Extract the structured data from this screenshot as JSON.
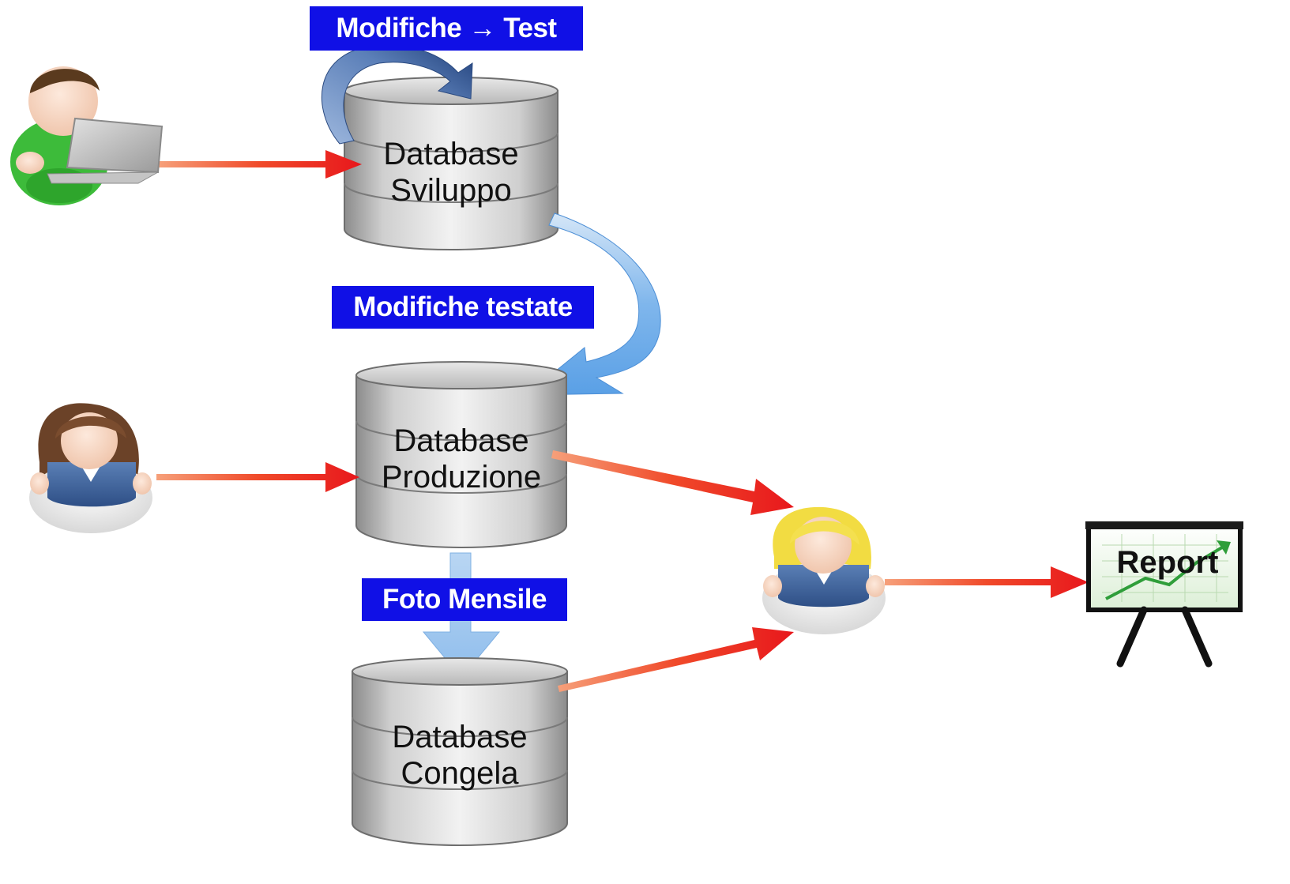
{
  "labels": {
    "modifiche_test": "Modifiche → Test",
    "modifiche_testate": "Modifiche testate",
    "foto_mensile": "Foto Mensile"
  },
  "databases": {
    "sviluppo": {
      "line1": "Database",
      "line2": "Sviluppo"
    },
    "produzione": {
      "line1": "Database",
      "line2": "Produzione"
    },
    "congela": {
      "line1": "Database",
      "line2": "Congela"
    }
  },
  "report": {
    "label": "Report"
  },
  "actors": [
    "developer-with-laptop",
    "brunette-user",
    "blonde-analyst"
  ],
  "colors": {
    "tag_background": "#1010e6",
    "tag_text": "#ffffff",
    "flow_arrow": "#e8171c",
    "loop_arrow": "#3a5f9a",
    "promote_arrow": "#6aa9e8",
    "snapshot_arrow": "#9cc6ee",
    "cylinder": "#c9c9c9"
  }
}
